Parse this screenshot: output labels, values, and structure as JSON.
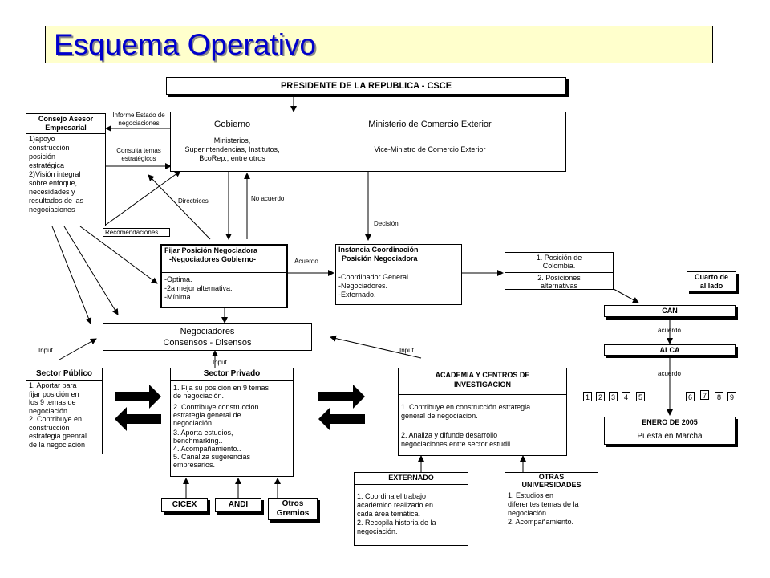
{
  "title": "Esquema Operativo",
  "president": "PRESIDENTE DE LA REPUBLICA - CSCE",
  "gobierno": {
    "heading": "Gobierno",
    "body": [
      "Ministerios,",
      "Superintendencias, Institutos,",
      "BcoRep., entre otros"
    ]
  },
  "ministerio": {
    "heading": "Ministerio de Comercio Exterior",
    "body": "Vice-Ministro de Comercio Exterior"
  },
  "consejo": {
    "heading": [
      "Consejo Asesor",
      "Empresarial"
    ],
    "body": [
      "1)apoyo",
      "construcción",
      "posición",
      "estratégica",
      "2)Visión integral",
      "sobre enfoque,",
      "necesidades y",
      "resultados de las",
      "negociaciones"
    ]
  },
  "consejo_labels": {
    "informe": [
      "Informe Estado de",
      "negociaciones"
    ],
    "consulta": [
      "Consulta temas",
      "estratégicos"
    ],
    "recomendaciones": "Recomendaciones"
  },
  "fijar": {
    "heading": [
      "Fijar Posición Negociadora",
      "-Negociadores Gobierno-"
    ],
    "body": [
      "-Optima.",
      "-2a mejor alternativa.",
      "-Mínima."
    ]
  },
  "instancia": {
    "heading": [
      "Instancia Coordinación",
      "Posición Negociadora"
    ],
    "body": [
      "-Coordinador General.",
      "-Negociadores.",
      "-Externado."
    ]
  },
  "posiciones": {
    "p1": [
      "1. Posición de",
      "Colombia."
    ],
    "p2": [
      "2. Posiciones",
      "alternativas"
    ]
  },
  "cuarto": [
    "Cuarto de",
    "al lado"
  ],
  "flow_labels": {
    "directrices": "Directrices",
    "no_acuerdo": "No acuerdo",
    "decision": "Decisión",
    "acuerdo": "Acuerdo",
    "input_left": "Input",
    "input_mid": "Input",
    "input_right": "Input",
    "acuerdo_can": "acuerdo",
    "acuerdo_alca": "acuerdo"
  },
  "can": "CAN",
  "alca": "ALCA",
  "negociadores": [
    "Negociadores",
    "Consensos - Disensos"
  ],
  "sector_publico": {
    "heading": "Sector Público",
    "body": [
      "1. Aportar para",
      "fijar  posición en",
      "los 9 temas de",
      "negociación",
      "2. Contribuye en",
      "construcción",
      "estrategia geenral",
      "de la negociación"
    ]
  },
  "sector_privado": {
    "heading": "Sector Privado",
    "items": [
      [
        "1. Fija su posicion en 9 temas",
        "de negociación."
      ],
      [
        "2. Contribuye construcción",
        "estrategia general de",
        "negociación."
      ],
      [
        "3. Aporta estudios,",
        "benchmarking.."
      ],
      [
        "4. Acompañamiento.."
      ],
      [
        "5. Canaliza sugerencias",
        "empresarios."
      ]
    ]
  },
  "academia": {
    "heading": [
      "ACADEMIA Y CENTROS DE",
      "INVESTIGACION"
    ],
    "items": [
      [
        "1. Contribuye en construcción estrategia",
        "general de negociacion."
      ],
      [
        "2. Analiza y difunde desarrollo",
        "negociaciones entre sector estudil."
      ]
    ]
  },
  "gremios": [
    "CICEX",
    "ANDI",
    [
      "Otros",
      "Gremios"
    ]
  ],
  "externado": {
    "heading": "EXTERNADO",
    "body": [
      "1. Coordina el trabajo",
      "académico realizado en",
      "cada área temática.",
      "2. Recopila historia de la",
      "negociación."
    ]
  },
  "otras": {
    "heading": [
      "OTRAS",
      "UNIVERSIDADES"
    ],
    "body": [
      "1. Estudios en",
      "diferentes temas de la",
      "negociación.",
      "2. Acompañamiento."
    ]
  },
  "numbers": [
    "1",
    "2",
    "3",
    "4",
    "5",
    "6",
    "7",
    "8",
    "9"
  ],
  "enero": {
    "heading": "ENERO DE 2005",
    "body": "Puesta en Marcha"
  }
}
